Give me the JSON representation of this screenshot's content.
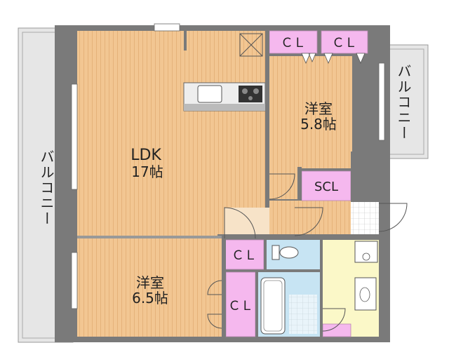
{
  "rooms": {
    "ldk": {
      "name": "LDK",
      "size": "17帖"
    },
    "western_a": {
      "name": "洋室",
      "size": "5.8帖"
    },
    "western_b": {
      "name": "洋室",
      "size": "6.5帖"
    }
  },
  "storage": {
    "cl1": "ＣＬ",
    "cl2": "ＣＬ",
    "scl": "SCL",
    "cl3": "ＣＬ",
    "cl4": "ＣＬ"
  },
  "balconies": {
    "left": "バルコニー",
    "right": "バルコニー"
  },
  "colors": {
    "wood": "#f2c692",
    "wall": "#7a7a7a",
    "closet": "#f5b8ee",
    "bath": "#c7e4f3",
    "washroom": "#fbf8c8",
    "balcony": "#e6e6e6"
  }
}
